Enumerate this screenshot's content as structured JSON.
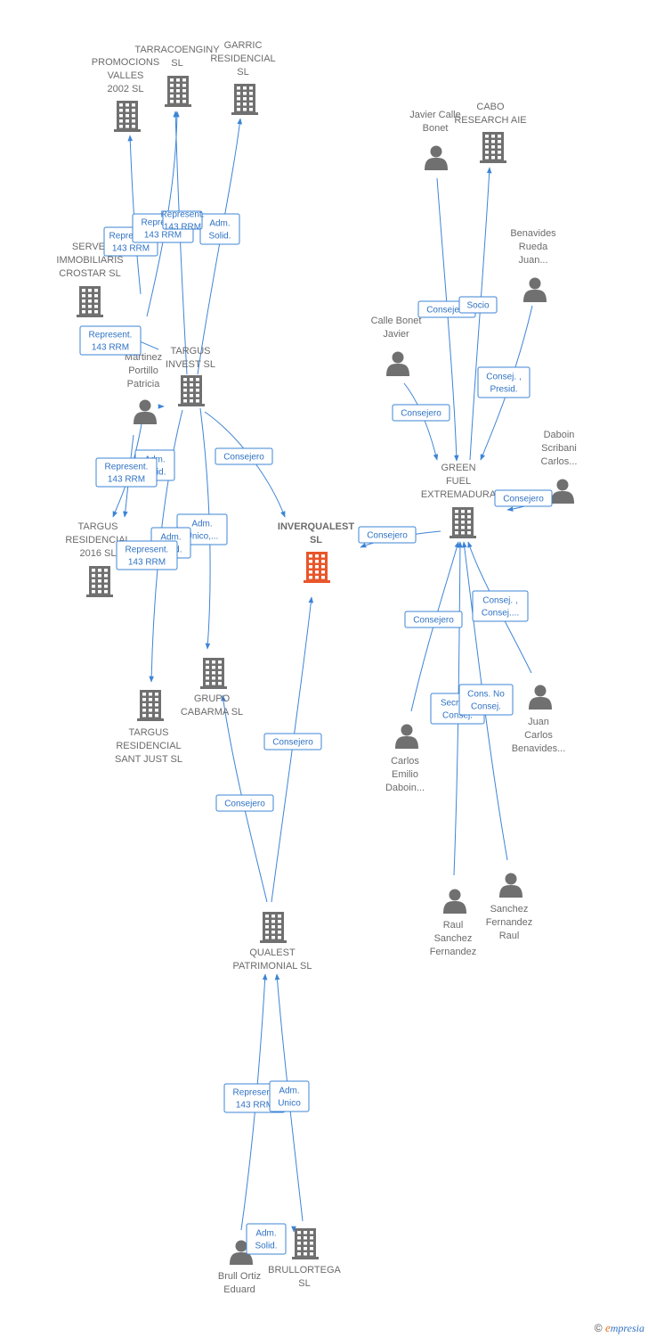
{
  "colors": {
    "edge": "#3d84d6",
    "building": "#707070",
    "person": "#707070",
    "focus": "#e8562a"
  },
  "nodes": [
    {
      "id": "promocions",
      "type": "company",
      "lines": [
        "PROMOCIONS",
        "VALLES",
        "2002 SL"
      ]
    },
    {
      "id": "tarracoenginy",
      "type": "company",
      "lines": [
        "TARRACOENGINY",
        "SL"
      ]
    },
    {
      "id": "garric",
      "type": "company",
      "lines": [
        "GARRIC",
        "RESIDENCIAL",
        "SL"
      ]
    },
    {
      "id": "servei",
      "type": "company",
      "lines": [
        "SERVEI",
        "IMMOBILIARIS",
        "CROSTAR  SL"
      ]
    },
    {
      "id": "martinez",
      "type": "person",
      "lines": [
        "Martinez",
        "Portillo",
        "Patricia"
      ]
    },
    {
      "id": "targus_invest",
      "type": "company",
      "lines": [
        "TARGUS",
        "INVEST SL"
      ]
    },
    {
      "id": "targus_2016",
      "type": "company",
      "lines": [
        "TARGUS",
        "RESIDENCIAL",
        "2016  SL"
      ]
    },
    {
      "id": "targus_santjust",
      "type": "company",
      "lines": [
        "TARGUS",
        "RESIDENCIAL",
        "SANT JUST  SL"
      ]
    },
    {
      "id": "cabarma",
      "type": "company",
      "lines": [
        "GRUPO",
        "CABARMA SL"
      ]
    },
    {
      "id": "inverqualest",
      "type": "focus",
      "lines": [
        "INVERQUALEST",
        "SL"
      ]
    },
    {
      "id": "qualest",
      "type": "company",
      "lines": [
        "QUALEST",
        "PATRIMONIAL SL"
      ]
    },
    {
      "id": "brull",
      "type": "person",
      "lines": [
        "Brull Ortiz",
        "Eduard"
      ]
    },
    {
      "id": "brullortega",
      "type": "company",
      "lines": [
        "BRULLORTEGA",
        "SL"
      ]
    },
    {
      "id": "javier_calle",
      "type": "person",
      "lines": [
        "Javier Calle",
        "Bonet"
      ]
    },
    {
      "id": "cabo",
      "type": "company",
      "lines": [
        "CABO",
        "RESEARCH AIE"
      ]
    },
    {
      "id": "benavides_rueda",
      "type": "person",
      "lines": [
        "Benavides",
        "Rueda",
        "Juan..."
      ]
    },
    {
      "id": "calle_bonet",
      "type": "person",
      "lines": [
        "Calle Bonet",
        "Javier"
      ]
    },
    {
      "id": "daboin_scribani",
      "type": "person",
      "lines": [
        "Daboin",
        "Scribani",
        "Carlos..."
      ]
    },
    {
      "id": "green_fuel",
      "type": "company",
      "lines": [
        "GREEN",
        "FUEL",
        "EXTREMADURA"
      ]
    },
    {
      "id": "carlos_emilio",
      "type": "person",
      "lines": [
        "Carlos",
        "Emilio",
        "Daboin..."
      ]
    },
    {
      "id": "juan_carlos",
      "type": "person",
      "lines": [
        "Juan",
        "Carlos",
        "Benavides..."
      ]
    },
    {
      "id": "raul",
      "type": "person",
      "lines": [
        "Raul",
        "Sanchez",
        "Fernandez"
      ]
    },
    {
      "id": "sanchez_raul",
      "type": "person",
      "lines": [
        "Sanchez",
        "Fernandez",
        "Raul"
      ]
    }
  ],
  "edges": [
    {
      "id": "e1",
      "lines": [
        "Represent.",
        "143 RRM"
      ]
    },
    {
      "id": "e2",
      "lines": [
        "Represent.",
        "143 RRM"
      ]
    },
    {
      "id": "e3",
      "lines": [
        "Adm.",
        "Solid."
      ]
    },
    {
      "id": "e4",
      "lines": [
        "Represent.",
        "143 RRM"
      ]
    },
    {
      "id": "e5",
      "lines": [
        "Represent.",
        "143 RRM"
      ]
    },
    {
      "id": "e6",
      "lines": [
        "Adm.",
        "Solid."
      ]
    },
    {
      "id": "e7",
      "lines": [
        "Represent.",
        "143 RRM"
      ]
    },
    {
      "id": "e8",
      "lines": [
        "Adm.",
        "Unico,..."
      ]
    },
    {
      "id": "e9",
      "lines": [
        "Adm.",
        "Solid."
      ]
    },
    {
      "id": "e10",
      "lines": [
        "Represent.",
        "143 RRM"
      ]
    },
    {
      "id": "e11",
      "lines": [
        "Consejero"
      ]
    },
    {
      "id": "e12",
      "lines": [
        "Consejero"
      ]
    },
    {
      "id": "e13",
      "lines": [
        "Consejero"
      ]
    },
    {
      "id": "e14",
      "lines": [
        "Consejero"
      ]
    },
    {
      "id": "e15",
      "lines": [
        "Represent.",
        "143 RRM"
      ]
    },
    {
      "id": "e16",
      "lines": [
        "Adm.",
        "Unico"
      ]
    },
    {
      "id": "e17",
      "lines": [
        "Adm.",
        "Solid."
      ]
    },
    {
      "id": "e18",
      "lines": [
        "Consejero"
      ]
    },
    {
      "id": "e19",
      "lines": [
        "Socio"
      ]
    },
    {
      "id": "e20",
      "lines": [
        "Consej. ,",
        "Presid."
      ]
    },
    {
      "id": "e21",
      "lines": [
        "Consejero"
      ]
    },
    {
      "id": "e22",
      "lines": [
        "Consejero"
      ]
    },
    {
      "id": "e23",
      "lines": [
        "Consejero"
      ]
    },
    {
      "id": "e24",
      "lines": [
        "Consej. ,",
        "Consej...."
      ]
    },
    {
      "id": "e25",
      "lines": [
        "Secr.  No",
        "Consej."
      ]
    },
    {
      "id": "e26",
      "lines": [
        "Cons.  No",
        "Consej."
      ]
    }
  ],
  "footer": {
    "copyright": "©",
    "brand_initial": "e",
    "brand_rest": "mpresia"
  }
}
